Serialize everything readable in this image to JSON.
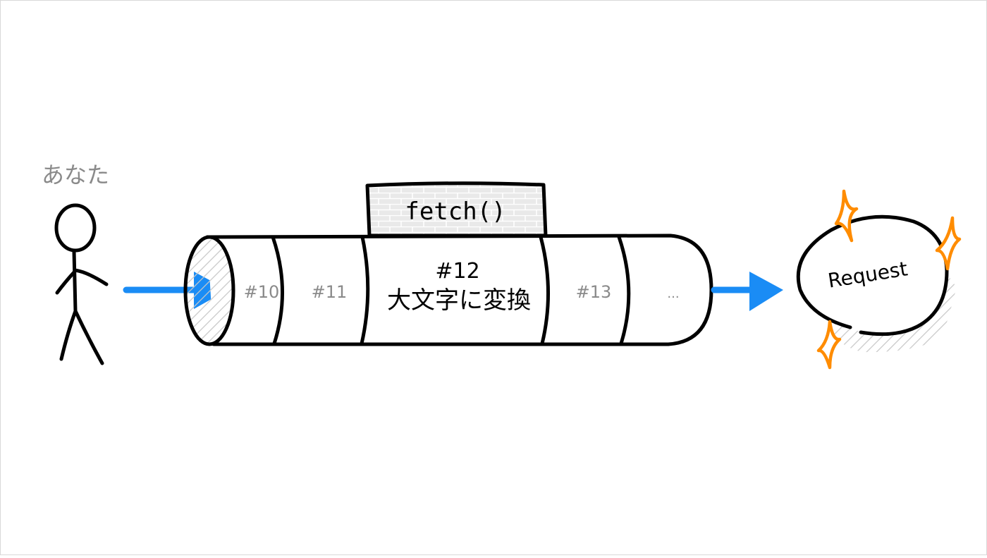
{
  "labels": {
    "user": "あなた",
    "function_block": "fetch()",
    "segment_10": "#10",
    "segment_11": "#11",
    "segment_12_number": "#12",
    "segment_12_action": "大文字に変換",
    "segment_13": "#13",
    "segment_more": "...",
    "result": "Request"
  },
  "colors": {
    "arrow": "#1a8cf5",
    "sparkle": "#ff8c00",
    "stroke": "#000000",
    "muted_text": "#8a8a8a",
    "brick_fill": "#e9e9e9",
    "hatch": "#c8c8c8"
  }
}
